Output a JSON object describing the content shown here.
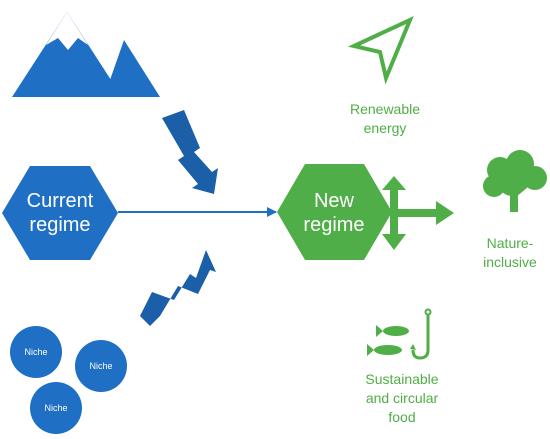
{
  "colors": {
    "blue": "#1f6fc5",
    "blue_dark": "#1a5fa8",
    "green": "#4fae47",
    "green_light": "#5cb85c",
    "white": "#ffffff"
  },
  "current_regime": {
    "line1": "Current",
    "line2": "regime"
  },
  "new_regime": {
    "line1": "New",
    "line2": "regime"
  },
  "niches": [
    "Niche",
    "Niche",
    "Niche"
  ],
  "outcomes": {
    "renewable": {
      "line1": "Renewable",
      "line2": "energy",
      "icon": "navigation-arrow-icon"
    },
    "nature": {
      "line1": "Nature-",
      "line2": "inclusive",
      "icon": "tree-icon"
    },
    "food": {
      "line1": "Sustainable",
      "line2": "and circular",
      "line3": "food",
      "icon": "fish-hook-icon"
    }
  },
  "landscape": {
    "icon": "mountain-icon"
  }
}
